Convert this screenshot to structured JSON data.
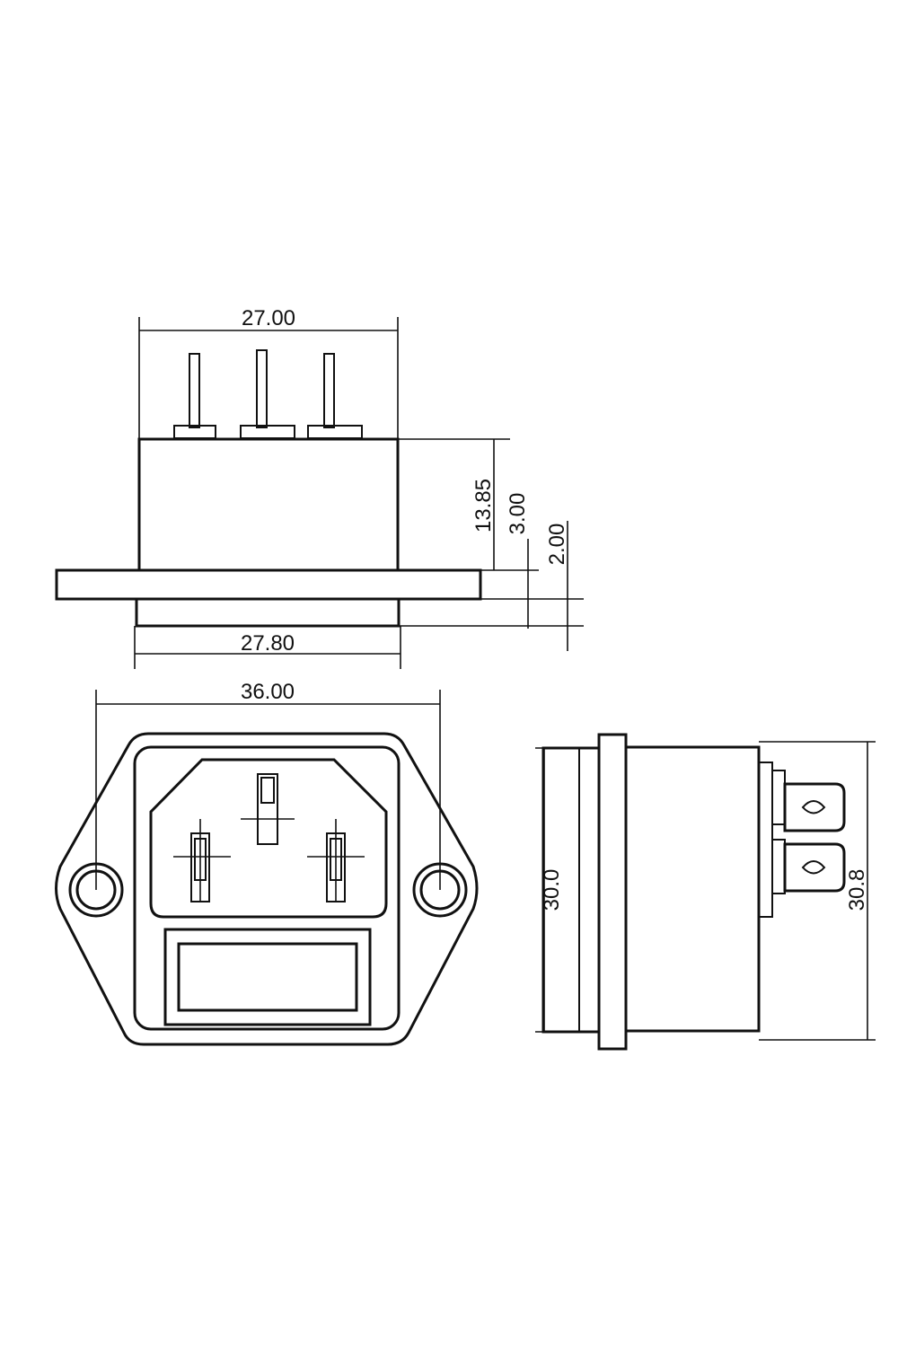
{
  "dimensions": {
    "top_width": "27.00",
    "height_13_85": "13.85",
    "height_3_00": "3.00",
    "height_2_00": "2.00",
    "bottom_width": "27.80",
    "front_width": "36.00",
    "side_height_left": "30.0",
    "side_height_right": "30.8"
  }
}
